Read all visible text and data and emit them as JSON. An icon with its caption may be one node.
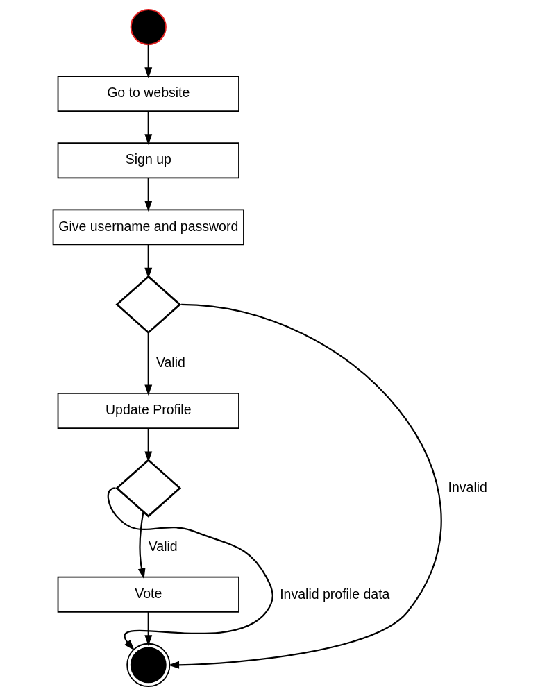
{
  "diagram": {
    "nodes": [
      {
        "text": [],
        "shape": "circle"
      },
      {
        "text": [
          "Go to website"
        ]
      },
      {
        "text": [
          "Sign up"
        ]
      },
      {
        "text": [
          "Give username and password"
        ]
      },
      {
        "text": [],
        "shape": "diamond"
      },
      {
        "text": [
          "Update Profile"
        ]
      },
      {
        "text": [],
        "shape": "diamond"
      },
      {
        "text": [
          "Vote"
        ]
      },
      {
        "text": [],
        "shape": "circle"
      }
    ],
    "edges": [
      {
        "from": 0,
        "to": 1,
        "arrow": "to"
      },
      {
        "from": 1,
        "to": 2,
        "arrow": "to"
      },
      {
        "from": 2,
        "to": 3,
        "arrow": "to"
      },
      {
        "from": 3,
        "to": 4,
        "arrow": "to"
      },
      {
        "from": 4,
        "to": 5,
        "arrow": "to",
        "label": "Valid"
      },
      {
        "from": 4,
        "to": 8,
        "arrow": "to",
        "label": "Invalid"
      },
      {
        "from": 5,
        "to": 6,
        "arrow": "to"
      },
      {
        "from": 6,
        "to": 7,
        "arrow": "to",
        "label": "Valid"
      },
      {
        "from": 6,
        "to": 8,
        "arrow": "to",
        "label": "Invalid profile data"
      },
      {
        "from": 7,
        "to": 8,
        "arrow": "to"
      }
    ]
  }
}
